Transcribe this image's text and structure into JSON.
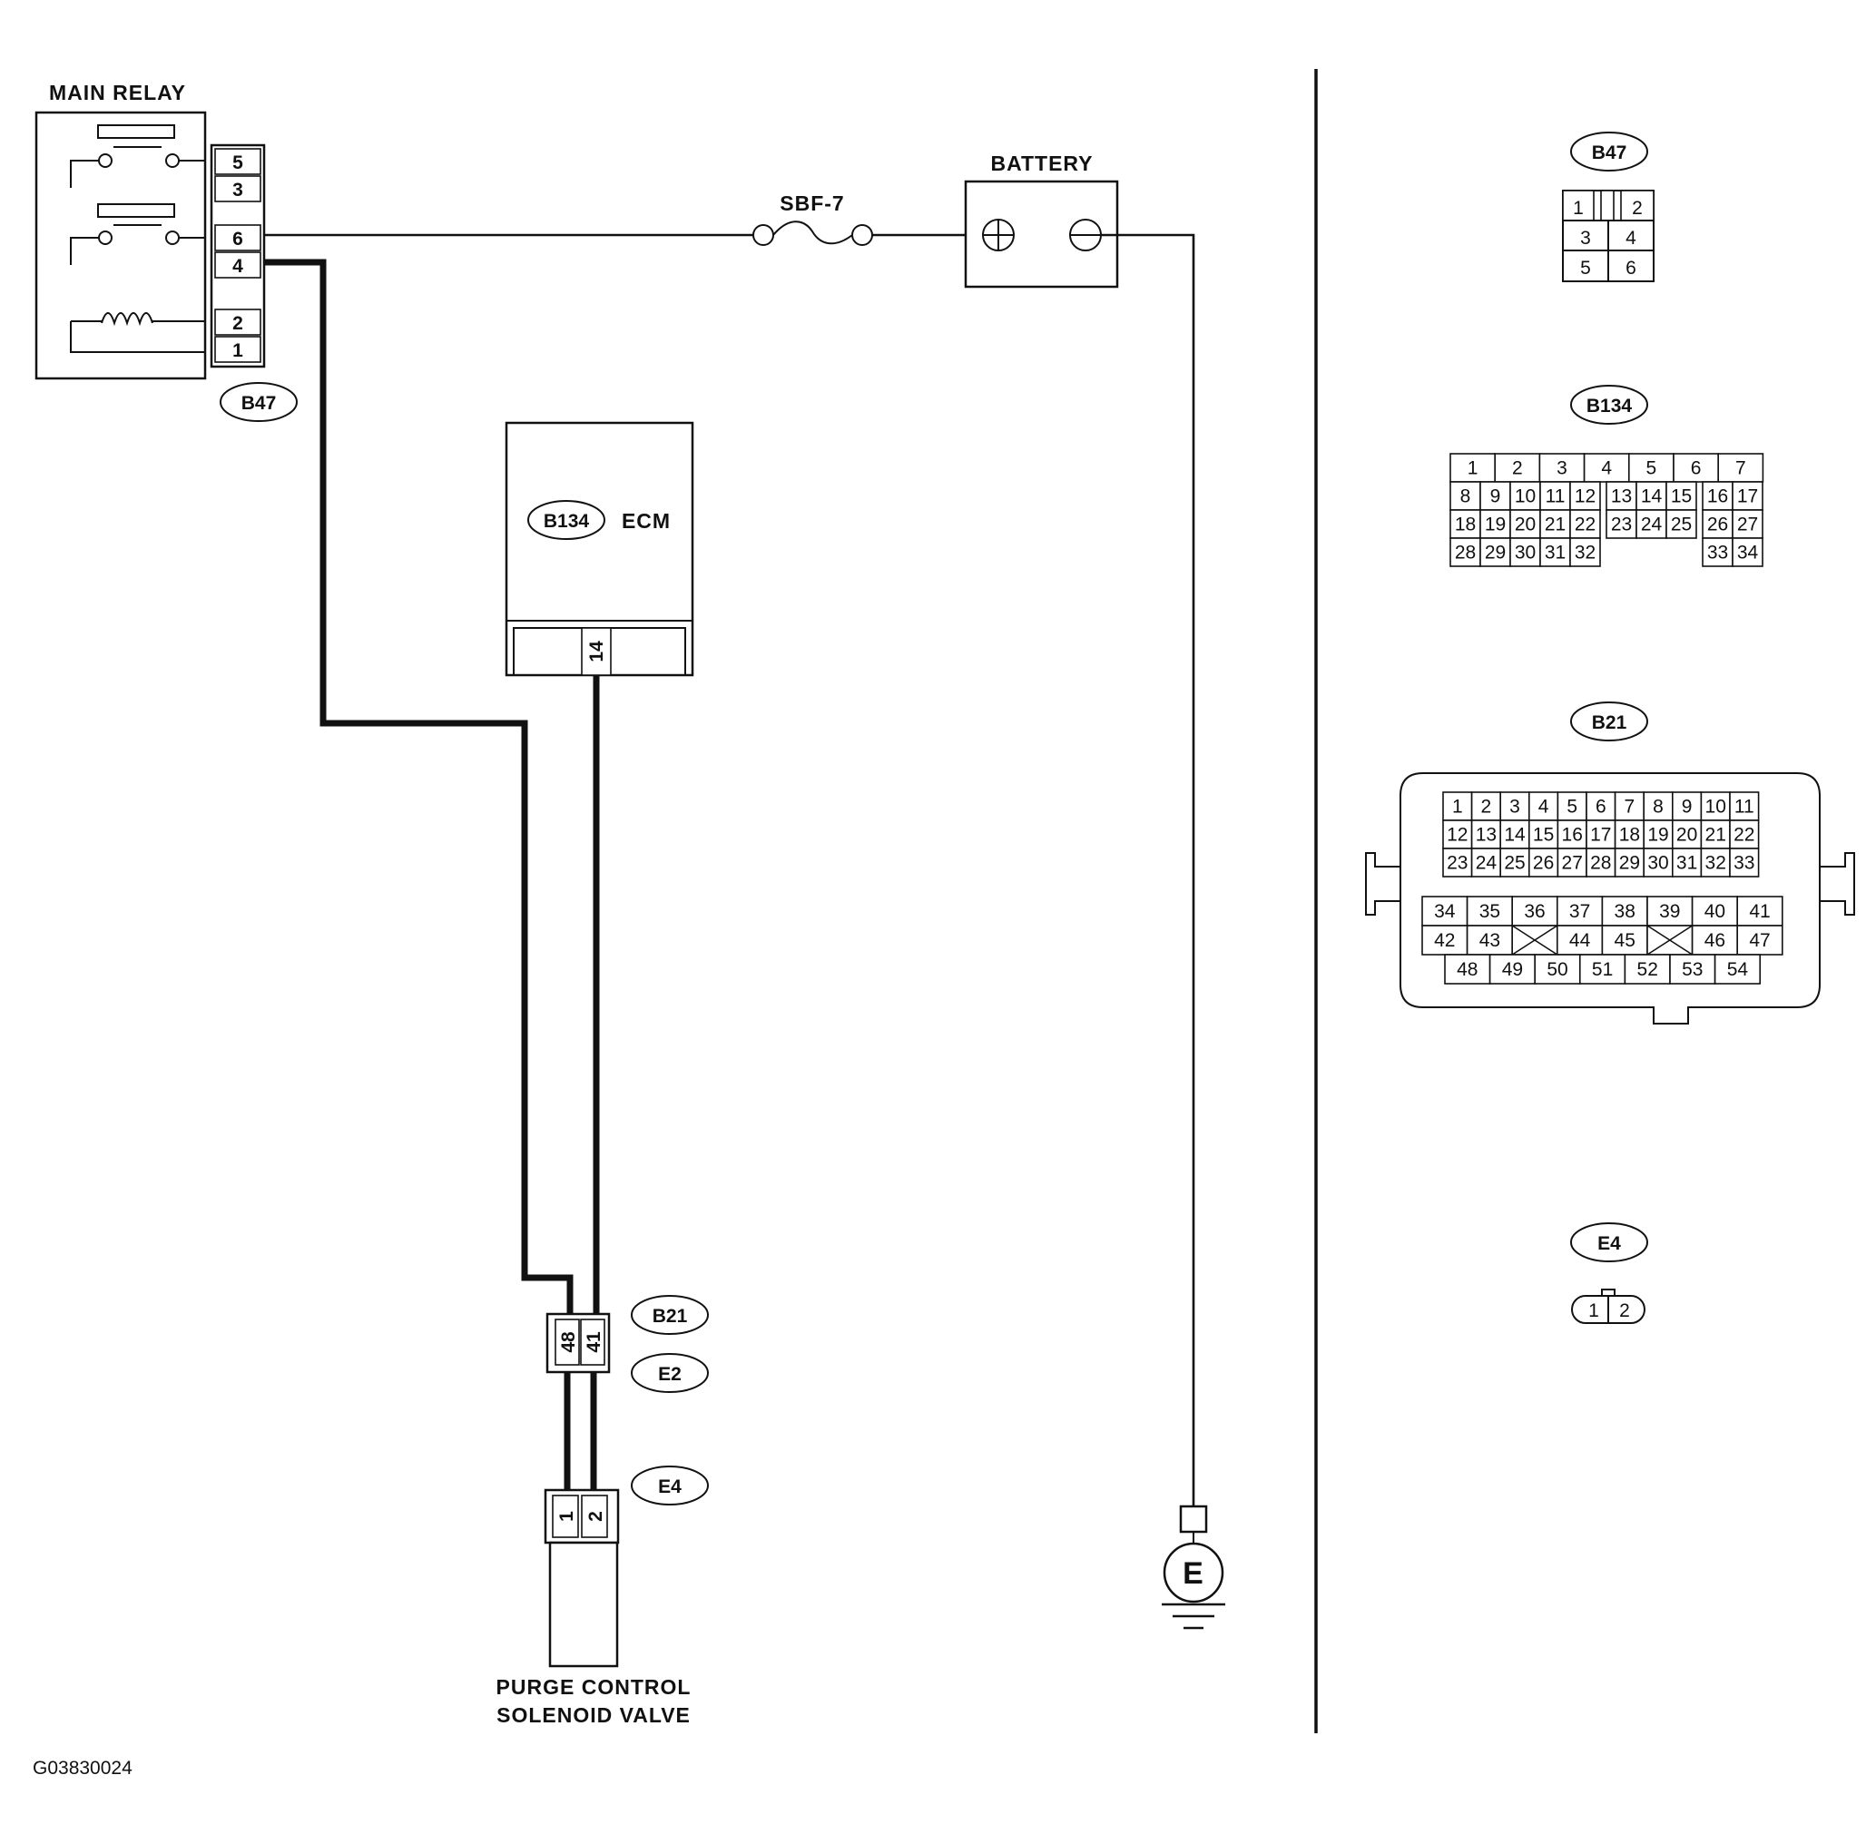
{
  "labels": {
    "main_relay": "MAIN RELAY",
    "battery": "BATTERY",
    "fuse": "SBF-7",
    "ecm": "ECM",
    "solenoid_line1": "PURGE CONTROL",
    "solenoid_line2": "SOLENOID VALVE",
    "ground": "E",
    "figure_id": "G03830024"
  },
  "connector_tags": {
    "b47": "B47",
    "b134": "B134",
    "b21": "B21",
    "e2": "E2",
    "e4": "E4"
  },
  "relay_pins": [
    "5",
    "3",
    "6",
    "4",
    "2",
    "1"
  ],
  "ecm_pin": "14",
  "b21_pins": [
    "48",
    "41"
  ],
  "e4_pins": [
    "1",
    "2"
  ],
  "faces": {
    "b47_rows": [
      [
        "1",
        "2"
      ],
      [
        "3",
        "4"
      ],
      [
        "5",
        "6"
      ]
    ],
    "b134_rows": [
      [
        "1",
        "2",
        "3",
        "4",
        "5",
        "6",
        "7"
      ],
      [
        "8",
        "9",
        "10",
        "11",
        "12",
        "13",
        "14",
        "15",
        "16",
        "17"
      ],
      [
        "18",
        "19",
        "20",
        "21",
        "22",
        "23",
        "24",
        "25",
        "26",
        "27"
      ],
      [
        "28",
        "29",
        "30",
        "31",
        "32",
        "33",
        "34"
      ]
    ],
    "b21_rows": [
      [
        "1",
        "2",
        "3",
        "4",
        "5",
        "6",
        "7",
        "8",
        "9",
        "10",
        "11"
      ],
      [
        "12",
        "13",
        "14",
        "15",
        "16",
        "17",
        "18",
        "19",
        "20",
        "21",
        "22"
      ],
      [
        "23",
        "24",
        "25",
        "26",
        "27",
        "28",
        "29",
        "30",
        "31",
        "32",
        "33"
      ],
      [
        "34",
        "35",
        "36",
        "37",
        "38",
        "39",
        "40",
        "41"
      ],
      [
        "42",
        "43",
        "",
        "44",
        "45",
        "",
        "46",
        "47"
      ],
      [
        "48",
        "49",
        "50",
        "51",
        "52",
        "53",
        "54"
      ]
    ],
    "e4_pins": [
      "1",
      "2"
    ]
  }
}
